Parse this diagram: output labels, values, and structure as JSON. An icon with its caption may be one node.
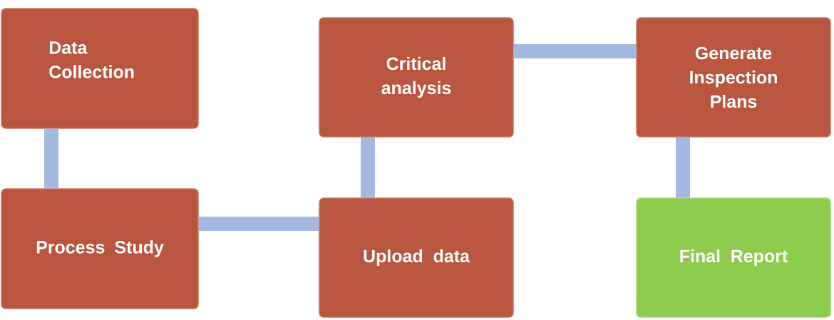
{
  "diagram": {
    "nodes": [
      {
        "text": [
          "Data Collection"
        ]
      },
      {
        "text": [
          "Process Study"
        ]
      },
      {
        "text": [
          "Upload data"
        ]
      },
      {
        "text": [
          "Critical analysis"
        ]
      },
      {
        "text": [
          "Generate Inspection Plans"
        ]
      },
      {
        "text": [
          "Final Report"
        ]
      }
    ],
    "edges": [
      {
        "from": 0,
        "to": 1,
        "arrow": "none"
      },
      {
        "from": 1,
        "to": 2,
        "arrow": "none"
      },
      {
        "from": 2,
        "to": 3,
        "arrow": "none"
      },
      {
        "from": 3,
        "to": 4,
        "arrow": "none"
      },
      {
        "from": 4,
        "to": 5,
        "arrow": "none"
      }
    ]
  }
}
